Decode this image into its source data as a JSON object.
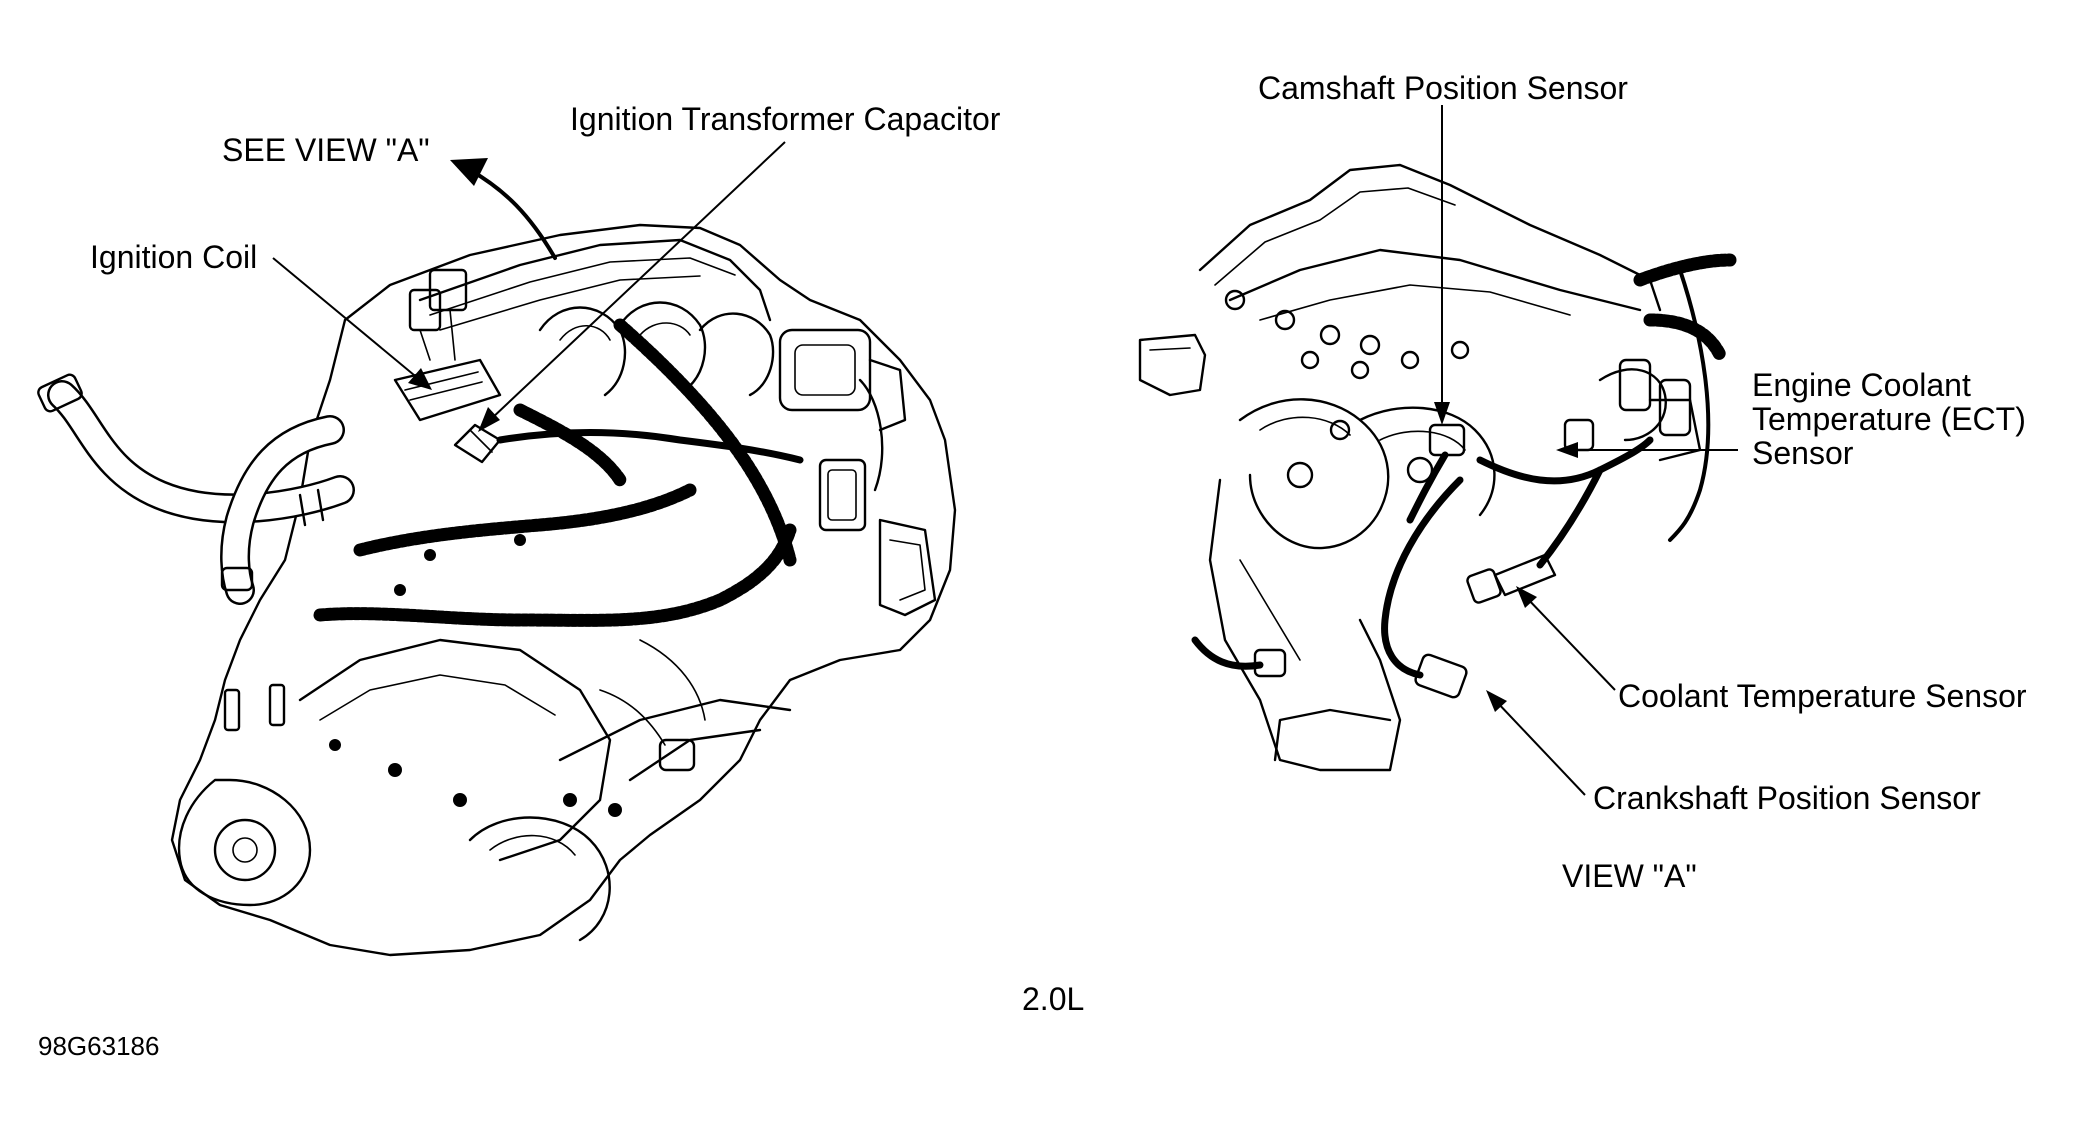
{
  "labels": {
    "see_view_a": "SEE VIEW \"A\"",
    "ignition_transformer_capacitor": "Ignition Transformer Capacitor",
    "ignition_coil": "Ignition Coil",
    "camshaft_position_sensor": "Camshaft Position Sensor",
    "engine_coolant_temperature_sensor": "Engine Coolant\nTemperature (ECT)\nSensor",
    "coolant_temperature_sensor": "Coolant Temperature Sensor",
    "crankshaft_position_sensor": "Crankshaft Position Sensor",
    "view_a": "VIEW \"A\"",
    "engine_size": "2.0L",
    "figure_id": "98G63186"
  }
}
